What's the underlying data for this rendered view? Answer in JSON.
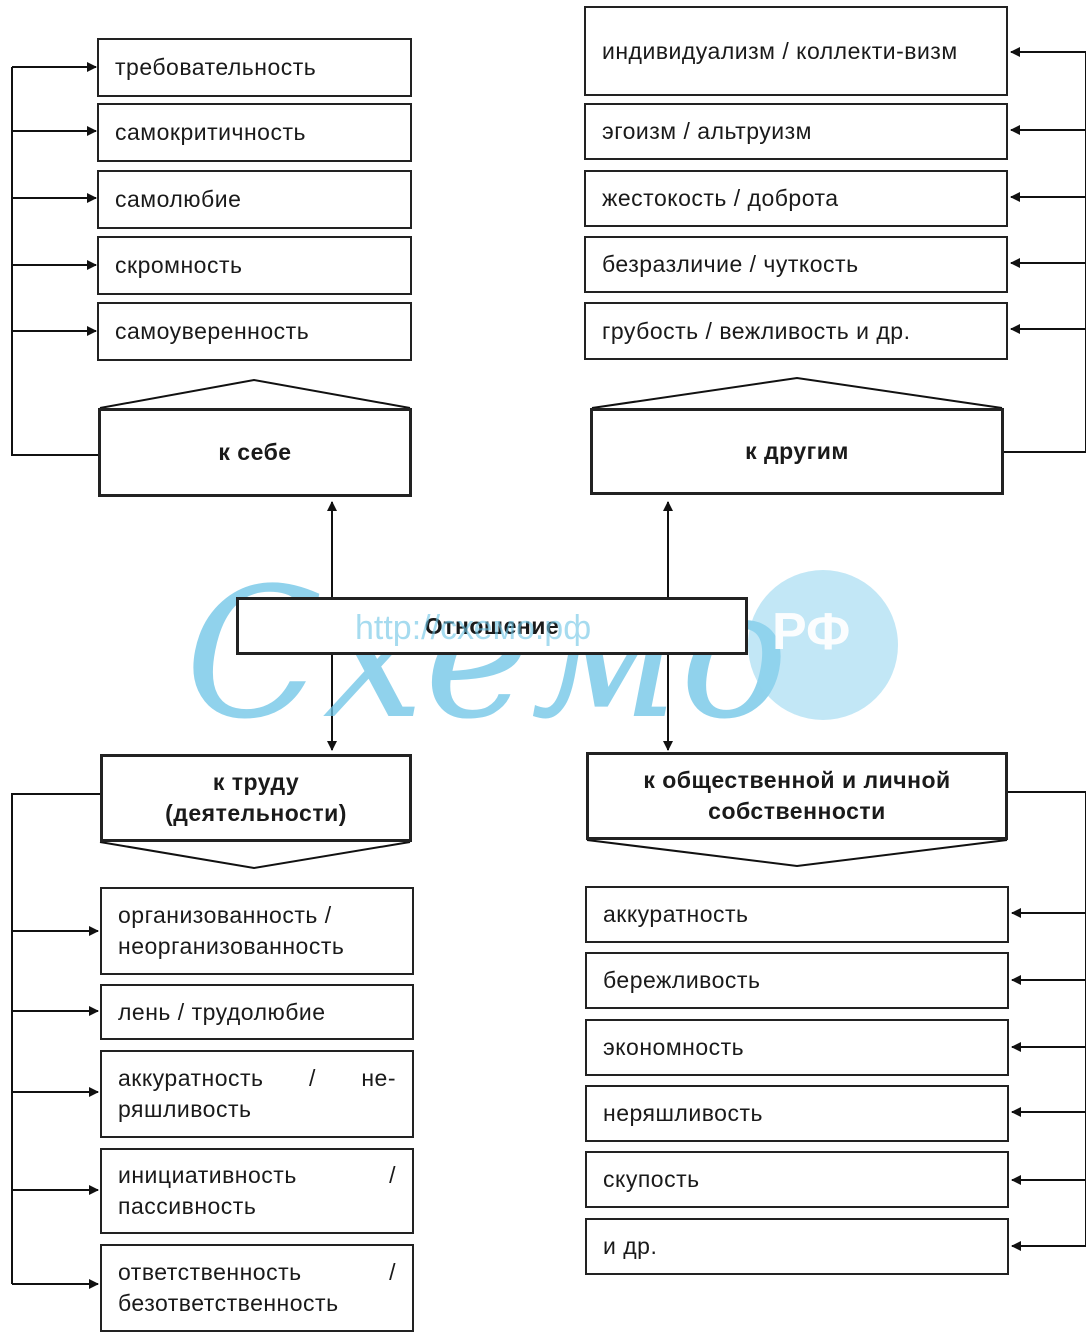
{
  "center": {
    "label": "Отношение"
  },
  "self": {
    "header": "к себе",
    "items": [
      "требовательность",
      "самокритичность",
      "самолюбие",
      "скромность",
      "самоуверенность"
    ]
  },
  "others": {
    "header": "к другим",
    "items": [
      "индивидуализм / коллекти-визм",
      "эгоизм / альтруизм",
      "жестокость / доброта",
      "безразличие / чуткость",
      "грубость / вежливость и др."
    ]
  },
  "labor": {
    "header": "к труду (деятельности)",
    "items": [
      "организованность / неорганизованность",
      "лень / трудолюбие",
      "аккуратность / не-ряшливость",
      "инициативность / пассивность",
      "ответственность / безответственность"
    ]
  },
  "property": {
    "header": "к общественной и личной собственности",
    "items": [
      "аккуратность",
      "бережливость",
      "экономность",
      "неряшливость",
      "скупость",
      "и др."
    ]
  },
  "watermark": {
    "url": "http://схемо.рф",
    "logo": "Схемо",
    "badge": "РФ"
  }
}
